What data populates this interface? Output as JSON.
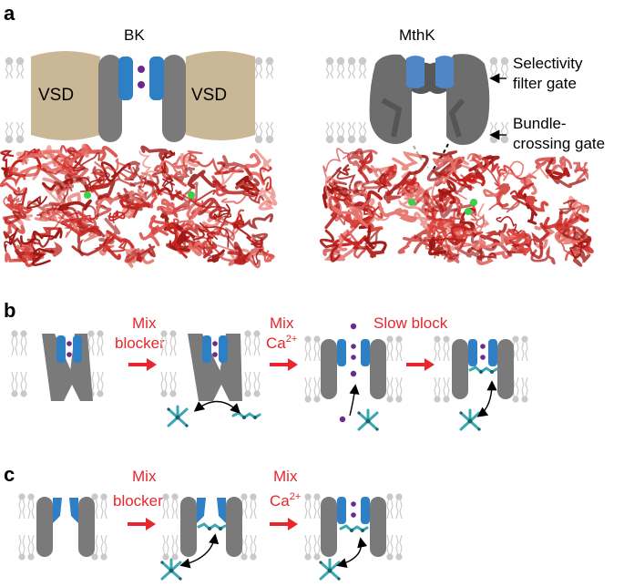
{
  "panels": {
    "a": {
      "label": "a",
      "left_title": "BK",
      "right_title": "MthK",
      "vsd_left": "VSD",
      "vsd_right": "VSD",
      "annotation_filter_line1": "Selectivity",
      "annotation_filter_line2": "filter gate",
      "annotation_bundle_line1": "Bundle-",
      "annotation_bundle_line2": "crossing gate"
    },
    "b": {
      "label": "b",
      "step1_line1": "Mix",
      "step1_line2": "blocker",
      "step2_line1": "Mix",
      "step2_line2_base": "Ca",
      "step2_line2_sup": "2+",
      "step3": "Slow block"
    },
    "c": {
      "label": "c",
      "step1_line1": "Mix",
      "step1_line2": "blocker",
      "step2_line1": "Mix",
      "step2_line2_base": "Ca",
      "step2_line2_sup": "2+"
    }
  },
  "colors": {
    "accent_red": "#e8262b",
    "channel_gray": "#7a7a7a",
    "filter_blue": "#2f7fc4",
    "ion_purple": "#6b2a8c",
    "vsd_tan": "#c9b796",
    "membrane_gray": "#c9c9c9",
    "blocker_teal": "#3aa7b3",
    "protein_red": "#c8221e"
  }
}
